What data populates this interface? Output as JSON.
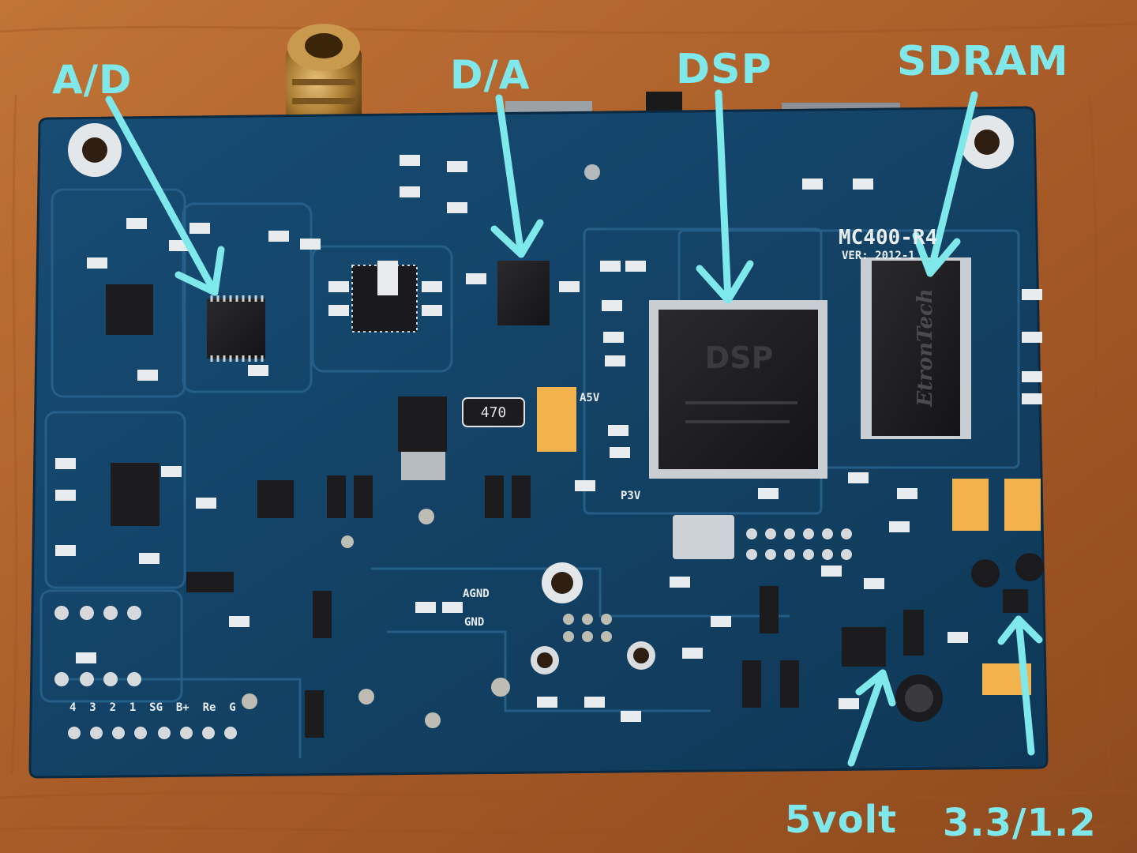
{
  "annotations": {
    "ad": "A/D",
    "da": "D/A",
    "dsp": "DSP",
    "sdram": "SDRAM",
    "five_volt": "5volt",
    "three_three": "3.3/1.2"
  },
  "board": {
    "model": "MC400-R4",
    "version": "VER: 2012-1",
    "silkscreen": {
      "agnd": "AGND",
      "gnd": "GND",
      "p3v": "P3V",
      "a5v": "A5V",
      "connector_pins": "4  3  2  1  SG  B+  Re  G"
    },
    "chips": {
      "dsp_logo": "DSP",
      "sdram_brand": "EtronTech",
      "resistor_value": "470"
    }
  },
  "colors": {
    "annotation": "#7fe8ea",
    "pcb": "#123f63",
    "wood": "#b3652e"
  }
}
